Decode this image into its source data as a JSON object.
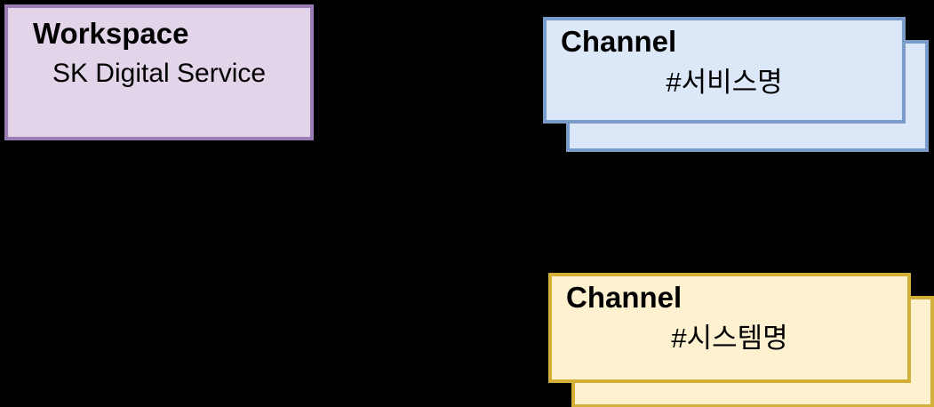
{
  "diagram": {
    "background_color": "#000000",
    "nodes": [
      {
        "id": "workspace",
        "kind": "workspace",
        "title": "Workspace",
        "subtitle": "SK Digital Service",
        "fill_color": "#e3d5e9",
        "border_color": "#9b7cb5",
        "stacked": false
      },
      {
        "id": "channel-service",
        "kind": "channel",
        "title": "Channel",
        "subtitle": "#서비스명",
        "fill_color": "#dce7f8",
        "border_color": "#7a9ccd",
        "stacked": true
      },
      {
        "id": "channel-system",
        "kind": "channel",
        "title": "Channel",
        "subtitle": "#시스템명",
        "fill_color": "#fdf1cf",
        "border_color": "#d4af37",
        "stacked": true
      }
    ],
    "connectors": [
      {
        "id": "workspace-to-channel-service",
        "from": "workspace",
        "to": "channel-service",
        "color": "#000000"
      },
      {
        "id": "workspace-to-channel-system",
        "from": "workspace",
        "to": "channel-system",
        "color": "#000000"
      }
    ]
  }
}
